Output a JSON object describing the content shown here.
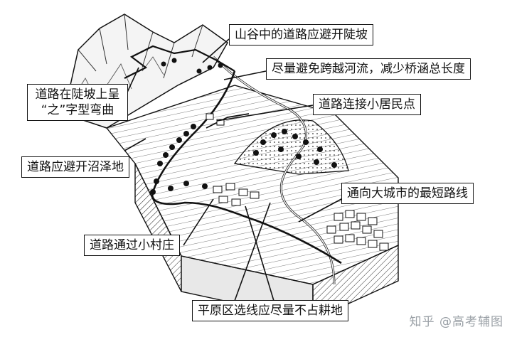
{
  "labels": {
    "valley_road": "山谷中的道路应避开陡坡",
    "avoid_river": "尽量避免跨越河流，减少桥涵总长度",
    "zigzag_line1": "道路在陡坡上呈",
    "zigzag_line2": "“之”字型弯曲",
    "connect_residents": "道路连接小居民点",
    "avoid_swamp": "道路应避开沼泽地",
    "shortest_route": "通向大城市的最短路线",
    "through_village": "道路通过小村庄",
    "plain_farmland": "平原区选线应尽量不占耕地"
  },
  "watermark": "知乎 @高考辅图"
}
